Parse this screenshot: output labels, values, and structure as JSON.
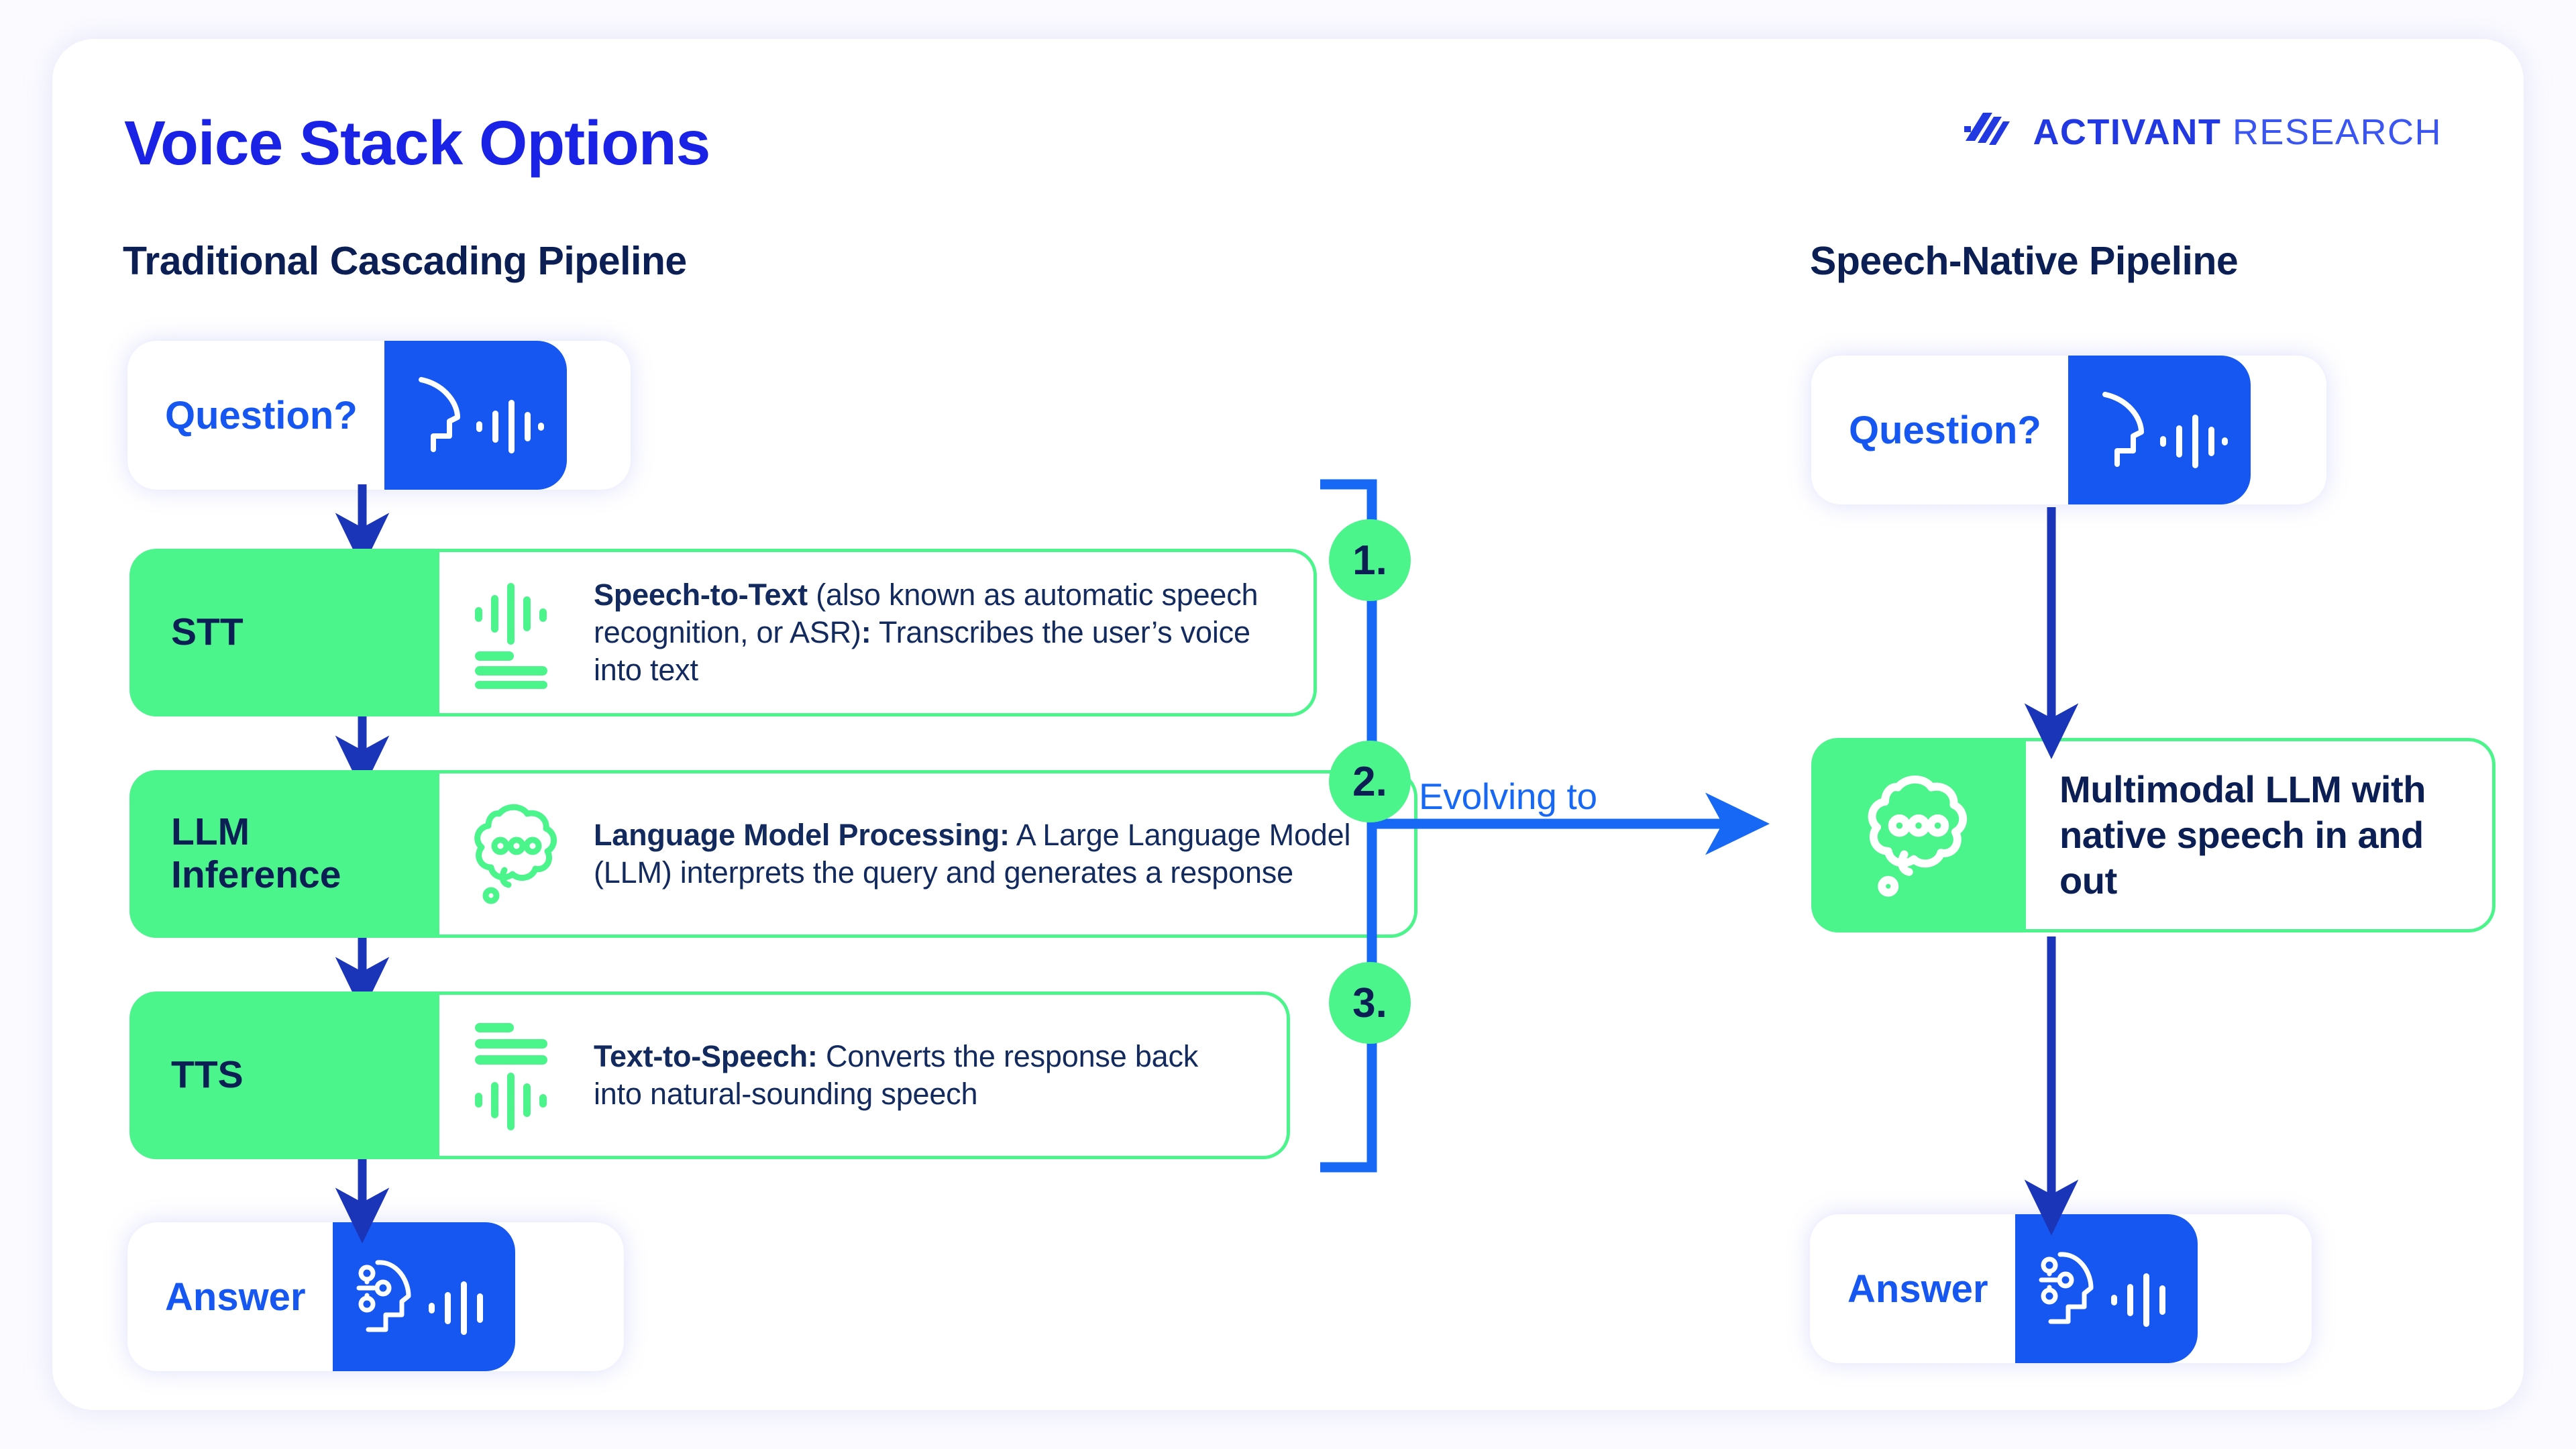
{
  "header": {
    "title": "Voice Stack Options",
    "logo": {
      "brand": "ACTIVANT",
      "product": "RESEARCH",
      "mark": "activant-chevrons-icon"
    }
  },
  "colors": {
    "brand_blue": "#1a22e6",
    "link_blue": "#1557f0",
    "bracket_blue": "#1668f5",
    "arrow_blue": "#1a35b8",
    "accent_green": "#4cf58c",
    "navy_text": "#0c1f54",
    "body_text": "#132a5e",
    "page_bg": "#fbfbff"
  },
  "columns": {
    "left_heading": "Traditional Cascading Pipeline",
    "right_heading": "Speech-Native Pipeline"
  },
  "left_pipeline": {
    "input_pill": {
      "label": "Question?",
      "icon": "speaking-head-waveform-icon"
    },
    "output_pill": {
      "label": "Answer",
      "icon": "ai-head-waveform-icon"
    },
    "stages": [
      {
        "badge": "1.",
        "name": "STT",
        "icon": "waveform-to-text-icon",
        "bold": "Speech-to-Text",
        "rest": " (also known as automatic speech recognition, or ASR)",
        "bold_tail": ":",
        "tail": " Transcribes the user’s voice into text"
      },
      {
        "badge": "2.",
        "name": "LLM\nInference",
        "icon": "thought-bubble-dots-icon",
        "bold": "Language Model Processing:",
        "rest": " A Large Language Model (LLM) interprets the query and generates a response",
        "bold_tail": "",
        "tail": ""
      },
      {
        "badge": "3.",
        "name": "TTS",
        "icon": "text-to-waveform-icon",
        "bold": "Text-to-Speech:",
        "rest": " Converts the response back into natural-sounding speech",
        "bold_tail": "",
        "tail": ""
      }
    ]
  },
  "transition": {
    "label": "Evolving to",
    "bracket": "group-bracket",
    "arrow": "right-arrow-icon"
  },
  "right_pipeline": {
    "input_pill": {
      "label": "Question?",
      "icon": "speaking-head-waveform-icon"
    },
    "output_pill": {
      "label": "Answer",
      "icon": "ai-head-waveform-icon"
    },
    "block": {
      "icon": "thought-bubble-dots-icon",
      "text": "Multimodal LLM with native speech in and out"
    }
  }
}
